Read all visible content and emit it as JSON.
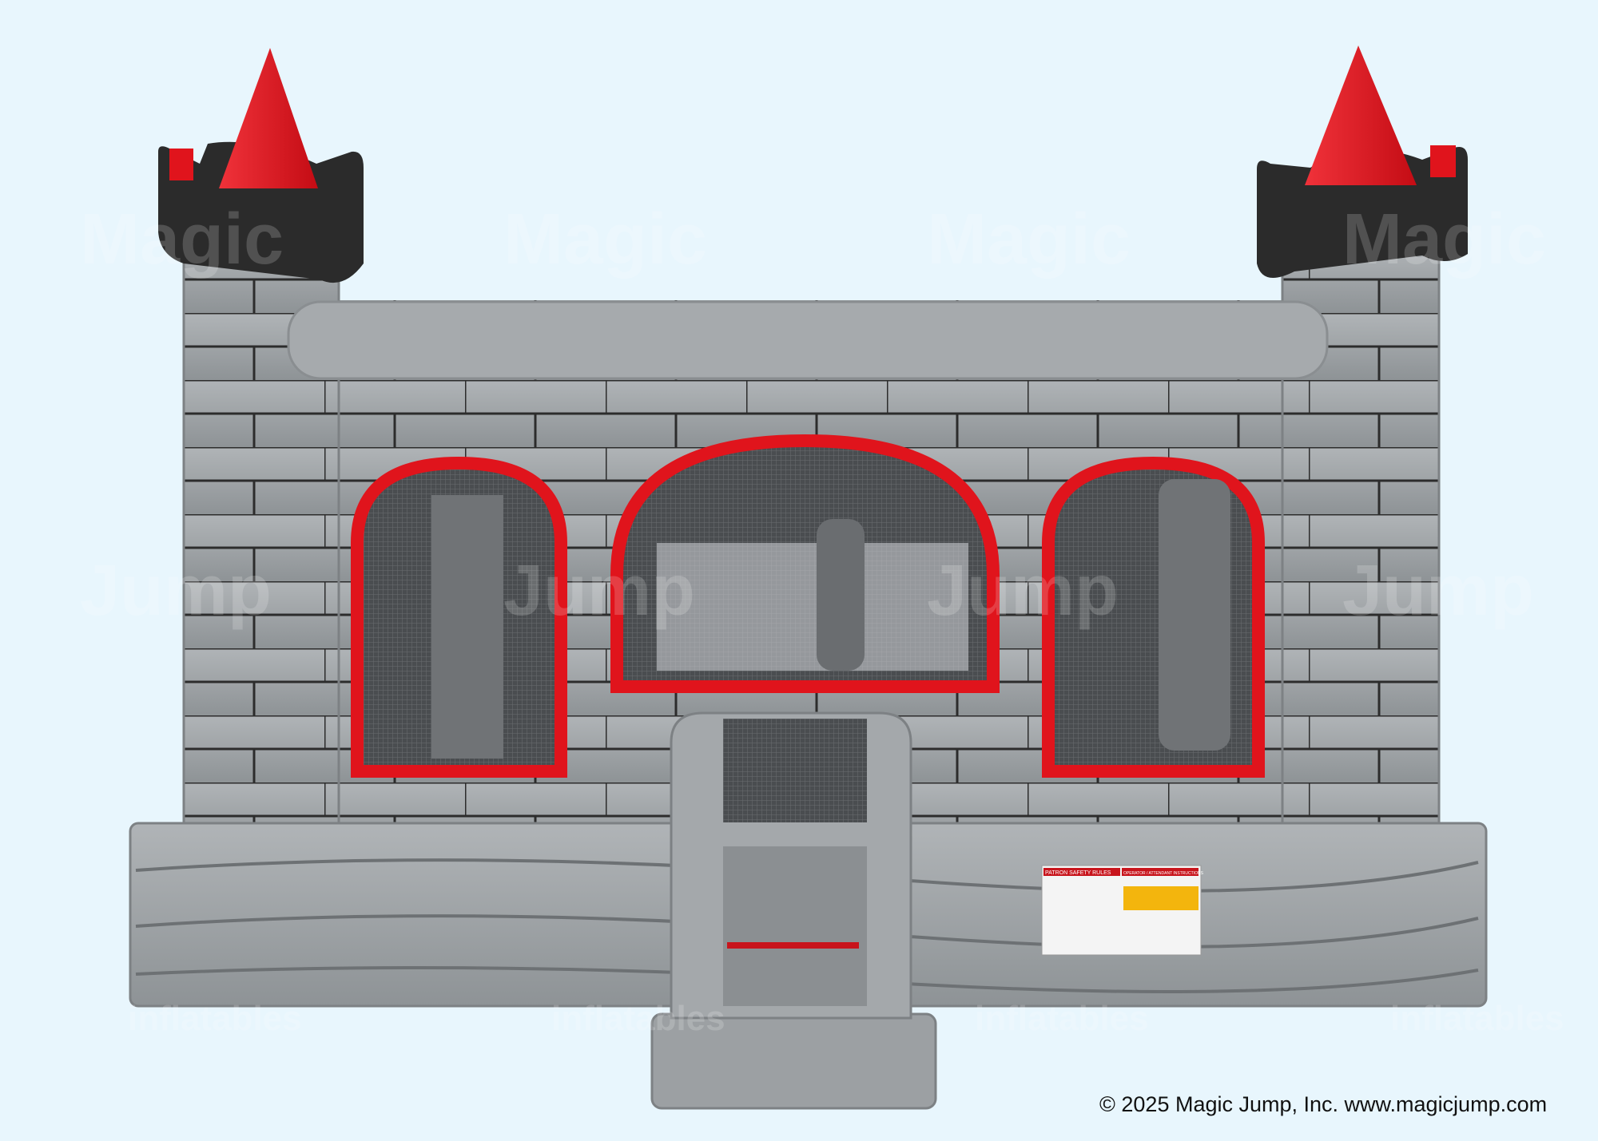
{
  "product": {
    "safety_label_left": "PATRON SAFETY RULES",
    "safety_label_right": "OPERATOR / ATTENDANT INSTRUCTIONS"
  },
  "watermark": {
    "line1": "Magic",
    "line2": "Jump",
    "line3": "inflatables"
  },
  "footer": {
    "copyright": "© 2025 Magic Jump, Inc. www.magicjump.com"
  },
  "colors": {
    "background": "#e8f6fd",
    "wall": "#9a9ea1",
    "trim": "#e0141c",
    "cap": "#2b2b2b"
  }
}
